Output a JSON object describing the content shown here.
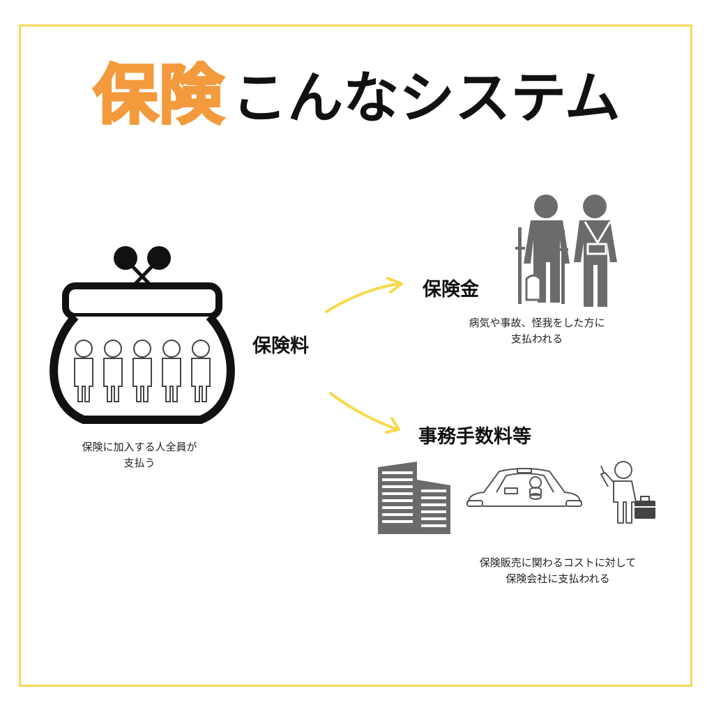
{
  "title": {
    "accent": "保険",
    "rest": "こんなシステム"
  },
  "premium": {
    "label": "保険料",
    "caption_line1": "保険に加入する人全員が",
    "caption_line2": "支払う"
  },
  "benefit": {
    "label": "保険金",
    "caption_line1": "病気や事故、怪我をした方に",
    "caption_line2": "支払われる"
  },
  "fees": {
    "label": "事務手数料等",
    "caption_line1": "保険販売に関わるコストに対して",
    "caption_line2": "保険会社に支払われる"
  },
  "colors": {
    "frame": "#f9d85a",
    "title_accent_fill": "#fde6b8",
    "title_accent_stroke": "#f39a3c",
    "arrow": "#f9d84a",
    "icon_gray": "#6b6b6b"
  },
  "icons": [
    "purse-icon",
    "people-icon",
    "injured-people-icon",
    "office-building-icon",
    "car-driver-icon",
    "businessman-icon"
  ]
}
